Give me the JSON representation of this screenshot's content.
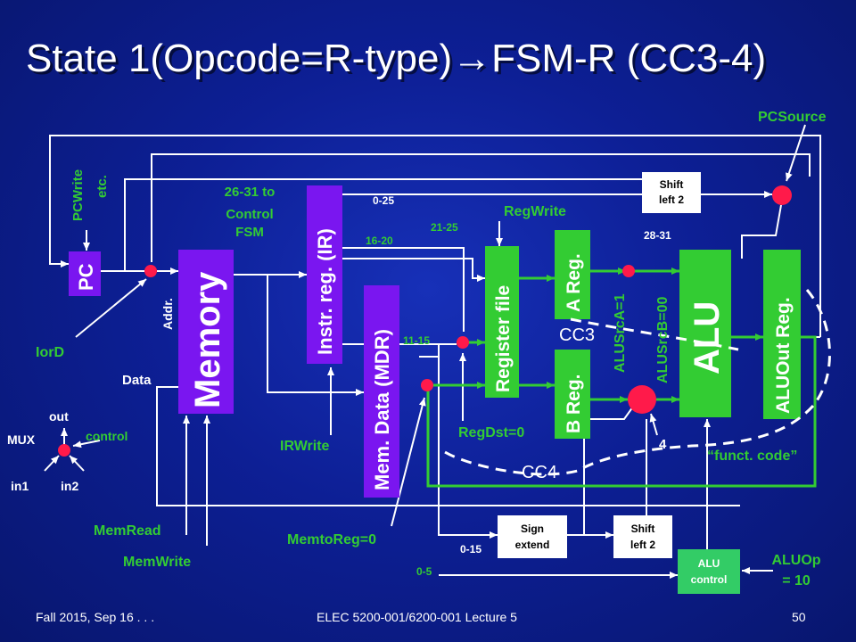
{
  "title": "State 1(Opcode=R-type)→FSM-R (CC3-4)",
  "blocks": {
    "pc": "PC",
    "memory": "Memory",
    "instr_reg": "Instr.  reg. (IR)",
    "mem_data": "Mem. Data (MDR)",
    "register_file": "Register file",
    "a_reg": "A Reg.",
    "b_reg": "B Reg.",
    "alu": "ALU",
    "alu_out": "ALUOut Reg.",
    "shift_left_top_1": "Shift",
    "shift_left_top_2": "left 2",
    "shift_left_bottom_1": "Shift",
    "shift_left_bottom_2": "left 2",
    "sign_extend_1": "Sign",
    "sign_extend_2": "extend",
    "alu_control_1": "ALU",
    "alu_control_2": "control"
  },
  "labels": {
    "pcwrite_1": "PCWrite",
    "pcwrite_2": "etc.",
    "addr": "Addr.",
    "data": "Data",
    "iord": "IorD",
    "control_fsm_1": "26-31 to",
    "control_fsm_2": "Control",
    "control_fsm_3": "FSM",
    "bits_0_25": "0-25",
    "bits_16_20": "16-20",
    "bits_21_25": "21-25",
    "bits_11_15": "11-15",
    "bits_28_31": "28-31",
    "bits_0_15": "0-15",
    "bits_0_5": "0-5",
    "regwrite": "RegWrite",
    "regdst": "RegDst=0",
    "irwrite": "IRWrite",
    "memtoreg": "MemtoReg=0",
    "memread": "MemRead",
    "memwrite": "MemWrite",
    "pcsource": "PCSource",
    "alusrca": "ALUSrcA=1",
    "alusrcb": "ALUSrcB=00",
    "four": "4",
    "funct_code": "“funct. code”",
    "aluop_1": "ALUOp",
    "aluop_2": "= 10",
    "cc3": "CC3",
    "cc4": "CC4"
  },
  "legend": {
    "out": "out",
    "mux": "MUX",
    "control": "control",
    "in1": "in1",
    "in2": "in2"
  },
  "footer": {
    "left": "Fall 2015, Sep 16 . . .",
    "center": "ELEC 5200-001/6200-001 Lecture 5",
    "right": "50"
  },
  "colors": {
    "purple": "#7a16f0",
    "green": "#33cc33",
    "red": "#ff1a4a",
    "wire": "#ffffff"
  }
}
